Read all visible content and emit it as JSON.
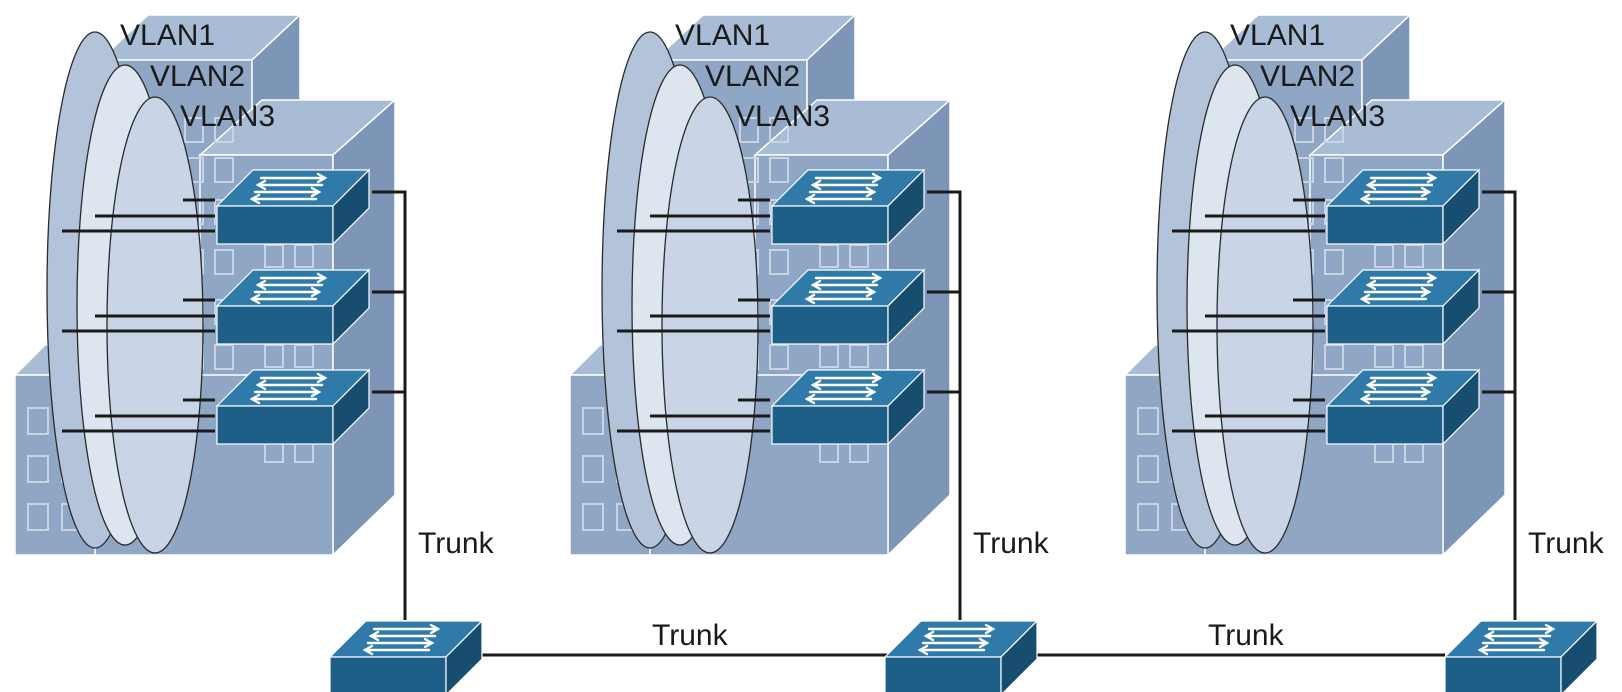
{
  "vlans": [
    "VLAN1",
    "VLAN2",
    "VLAN3"
  ],
  "trunk_label": "Trunk",
  "buildings": [
    {
      "vlan_labels": [
        "VLAN1",
        "VLAN2",
        "VLAN3"
      ],
      "trunk_label": "Trunk"
    },
    {
      "vlan_labels": [
        "VLAN1",
        "VLAN2",
        "VLAN3"
      ],
      "trunk_label": "Trunk"
    },
    {
      "vlan_labels": [
        "VLAN1",
        "VLAN2",
        "VLAN3"
      ],
      "trunk_label": "Trunk"
    }
  ],
  "core_links": [
    {
      "label": "Trunk"
    },
    {
      "label": "Trunk"
    }
  ],
  "colors": {
    "building_front": "#8fa6c4",
    "building_side": "#7d95b6",
    "building_top": "#a9bcd6",
    "window": "#c7d4e6",
    "vlan1_ellipse": "#b3c3d9",
    "vlan2_ellipse": "#dde5ef",
    "vlan3_ellipse": "#c9d5e6",
    "switch_top": "#2f7aa8",
    "switch_front": "#1d5f87",
    "switch_side": "#174e70",
    "line": "#1a1a1a"
  }
}
